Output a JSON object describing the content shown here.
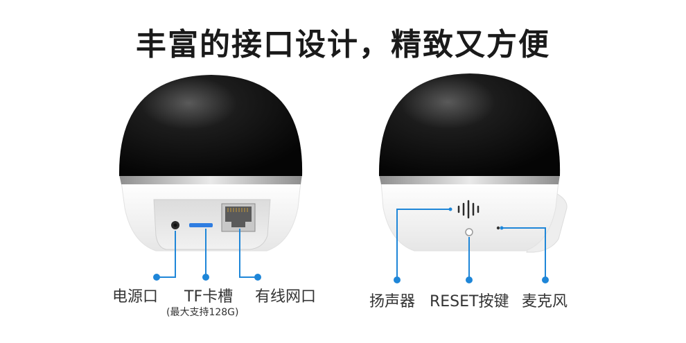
{
  "headline": "丰富的接口设计，精致又方便",
  "left_camera": {
    "labels": {
      "power": "电源口",
      "tf": "TF卡槽",
      "tf_note": "(最大支持128G)",
      "lan": "有线网口"
    }
  },
  "right_camera": {
    "labels": {
      "speaker": "扬声器",
      "reset": "RESET按键",
      "mic": "麦克风"
    }
  },
  "colors": {
    "callout": "#1e86d8",
    "dome": "#0d0d0d",
    "body": "#f3f3f3",
    "ring": "#b9b9b9",
    "tf_slot": "#2f7de1"
  }
}
